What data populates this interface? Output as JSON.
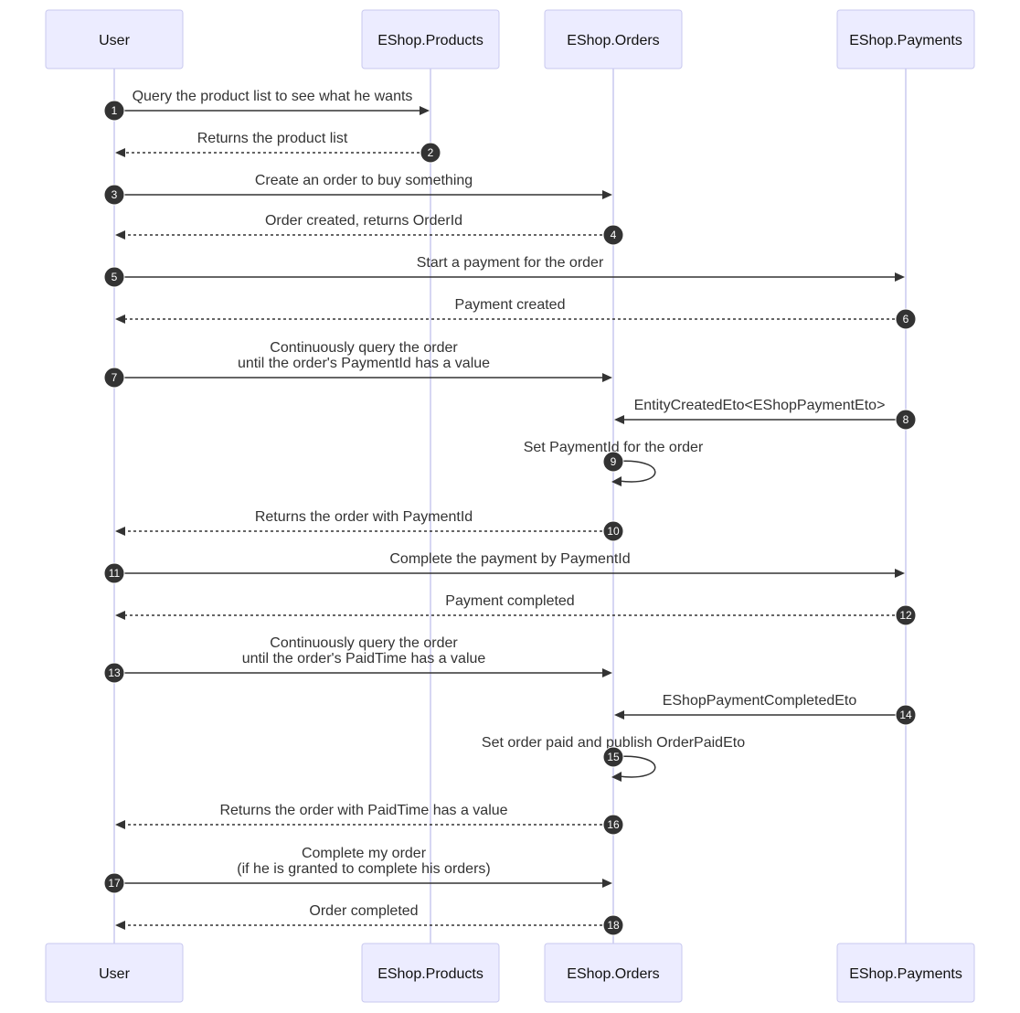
{
  "participants": [
    {
      "id": "user",
      "label": "User"
    },
    {
      "id": "products",
      "label": "EShop.Products"
    },
    {
      "id": "orders",
      "label": "EShop.Orders"
    },
    {
      "id": "payments",
      "label": "EShop.Payments"
    }
  ],
  "messages": [
    {
      "n": "1",
      "from": "user",
      "to": "products",
      "style": "solid",
      "lines": [
        "Query the product list to see what he wants"
      ]
    },
    {
      "n": "2",
      "from": "products",
      "to": "user",
      "style": "dashed",
      "lines": [
        "Returns the product list"
      ]
    },
    {
      "n": "3",
      "from": "user",
      "to": "orders",
      "style": "solid",
      "lines": [
        "Create an order to buy something"
      ]
    },
    {
      "n": "4",
      "from": "orders",
      "to": "user",
      "style": "dashed",
      "lines": [
        "Order created, returns OrderId"
      ]
    },
    {
      "n": "5",
      "from": "user",
      "to": "payments",
      "style": "solid",
      "lines": [
        "Start a payment for the order"
      ]
    },
    {
      "n": "6",
      "from": "payments",
      "to": "user",
      "style": "dashed",
      "lines": [
        "Payment created"
      ]
    },
    {
      "n": "7",
      "from": "user",
      "to": "orders",
      "style": "solid",
      "lines": [
        "Continuously query the order",
        "until the order's PaymentId has a value"
      ]
    },
    {
      "n": "8",
      "from": "payments",
      "to": "orders",
      "style": "solid",
      "lines": [
        "EntityCreatedEto<EShopPaymentEto>"
      ]
    },
    {
      "n": "9",
      "from": "orders",
      "to": "orders",
      "style": "solid",
      "lines": [
        "Set PaymentId for the order"
      ]
    },
    {
      "n": "10",
      "from": "orders",
      "to": "user",
      "style": "dashed",
      "lines": [
        "Returns the order with PaymentId"
      ]
    },
    {
      "n": "11",
      "from": "user",
      "to": "payments",
      "style": "solid",
      "lines": [
        "Complete the payment by PaymentId"
      ]
    },
    {
      "n": "12",
      "from": "payments",
      "to": "user",
      "style": "dashed",
      "lines": [
        "Payment completed"
      ]
    },
    {
      "n": "13",
      "from": "user",
      "to": "orders",
      "style": "solid",
      "lines": [
        "Continuously query the order",
        "until the order's PaidTime has a value"
      ]
    },
    {
      "n": "14",
      "from": "payments",
      "to": "orders",
      "style": "solid",
      "lines": [
        "EShopPaymentCompletedEto"
      ]
    },
    {
      "n": "15",
      "from": "orders",
      "to": "orders",
      "style": "solid",
      "lines": [
        "Set order paid and publish OrderPaidEto"
      ]
    },
    {
      "n": "16",
      "from": "orders",
      "to": "user",
      "style": "dashed",
      "lines": [
        "Returns the order with PaidTime has a value"
      ]
    },
    {
      "n": "17",
      "from": "user",
      "to": "orders",
      "style": "solid",
      "lines": [
        "Complete my order",
        "(if he is granted to complete his orders)"
      ]
    },
    {
      "n": "18",
      "from": "orders",
      "to": "user",
      "style": "dashed",
      "lines": [
        "Order completed"
      ]
    }
  ],
  "colors": {
    "actor_fill": "#ececff",
    "actor_stroke": "#c9c9ef",
    "line": "#333333",
    "badge": "#333333"
  }
}
